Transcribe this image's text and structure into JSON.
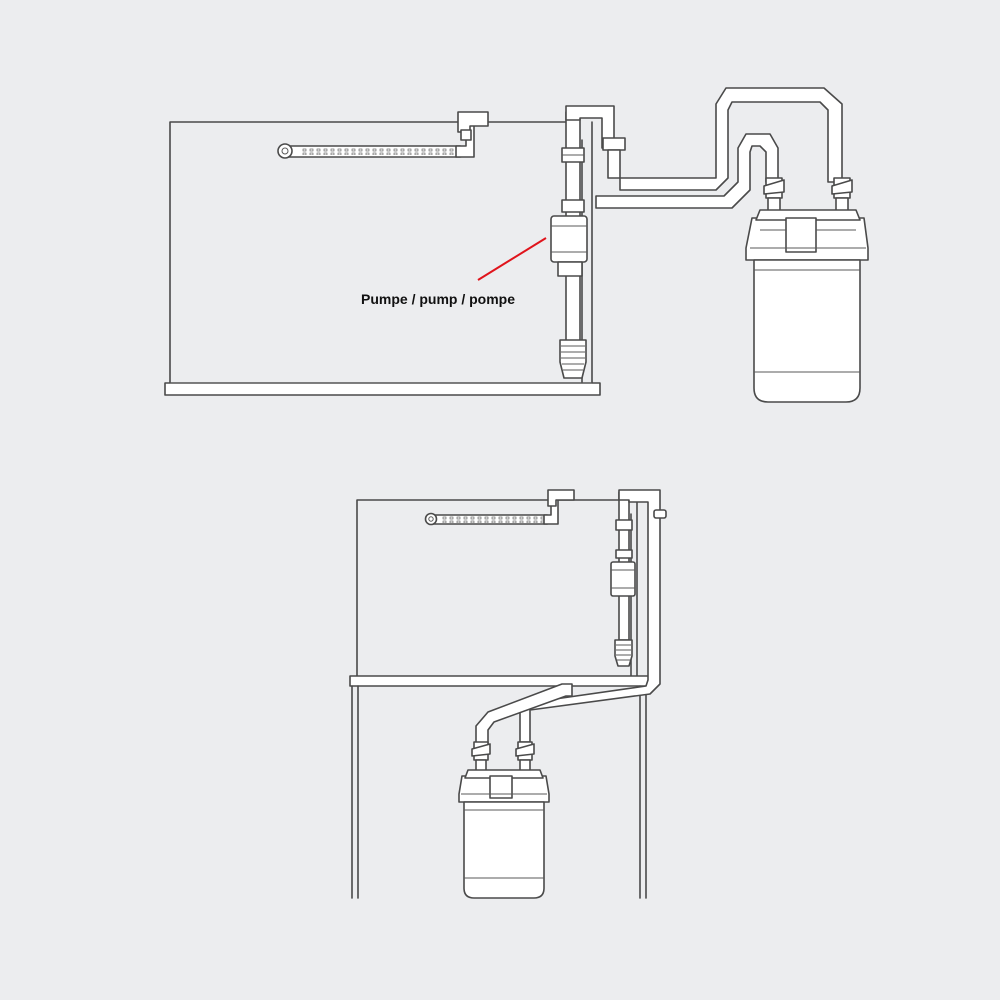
{
  "label": {
    "pump_text": "Pumpe / pump / pompe",
    "pointer_color": "#e0141c"
  },
  "colors": {
    "background": "#ecedef",
    "line": "#4a4a4a",
    "fill": "#ffffff"
  },
  "icons": [
    "aquarium-tank",
    "pump-icon",
    "spray-bar",
    "canister-filter-icon",
    "pipe",
    "valve-icon",
    "cabinet-stand"
  ]
}
